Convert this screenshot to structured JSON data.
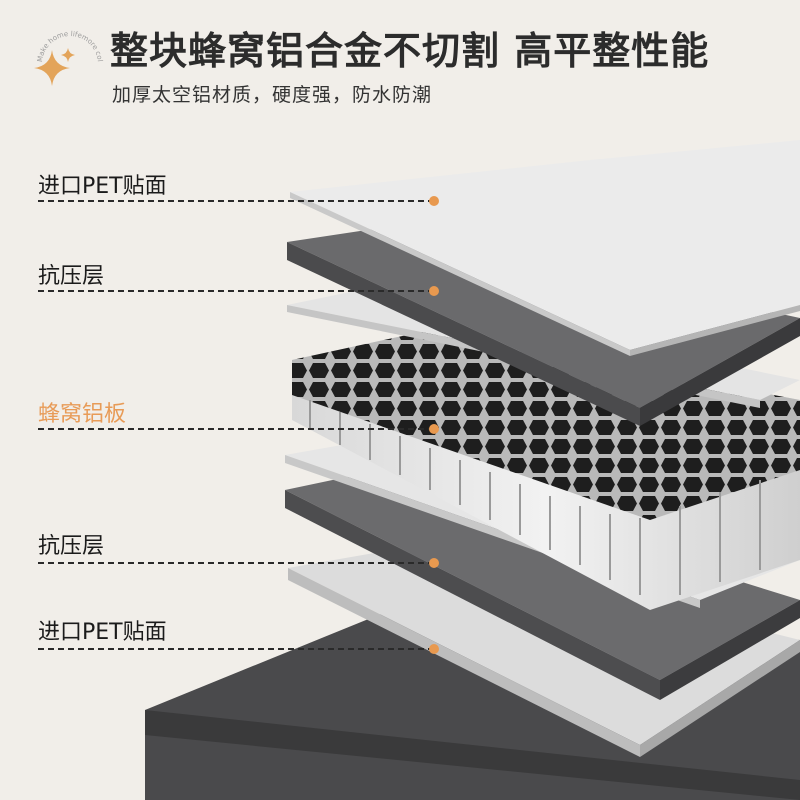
{
  "header": {
    "title": "整块蜂窝铝合金不切割 高平整性能",
    "subtitle": "加厚太空铝材质，硬度强，防水防潮",
    "badge_icon": "sparkle-star-icon",
    "badge_text": "Make home lifemore colorful"
  },
  "layers": [
    {
      "label": "进口PET贴面",
      "accent": false
    },
    {
      "label": "抗压层",
      "accent": false
    },
    {
      "label": "蜂窝铝板",
      "accent": true
    },
    {
      "label": "抗压层",
      "accent": false
    },
    {
      "label": "进口PET贴面",
      "accent": false
    }
  ],
  "colors": {
    "background": "#f1eee9",
    "accent": "#e8994f",
    "title": "#2c2c2c",
    "dark_panel": "#4b4b4d",
    "light_panel": "#e9e9e9"
  }
}
